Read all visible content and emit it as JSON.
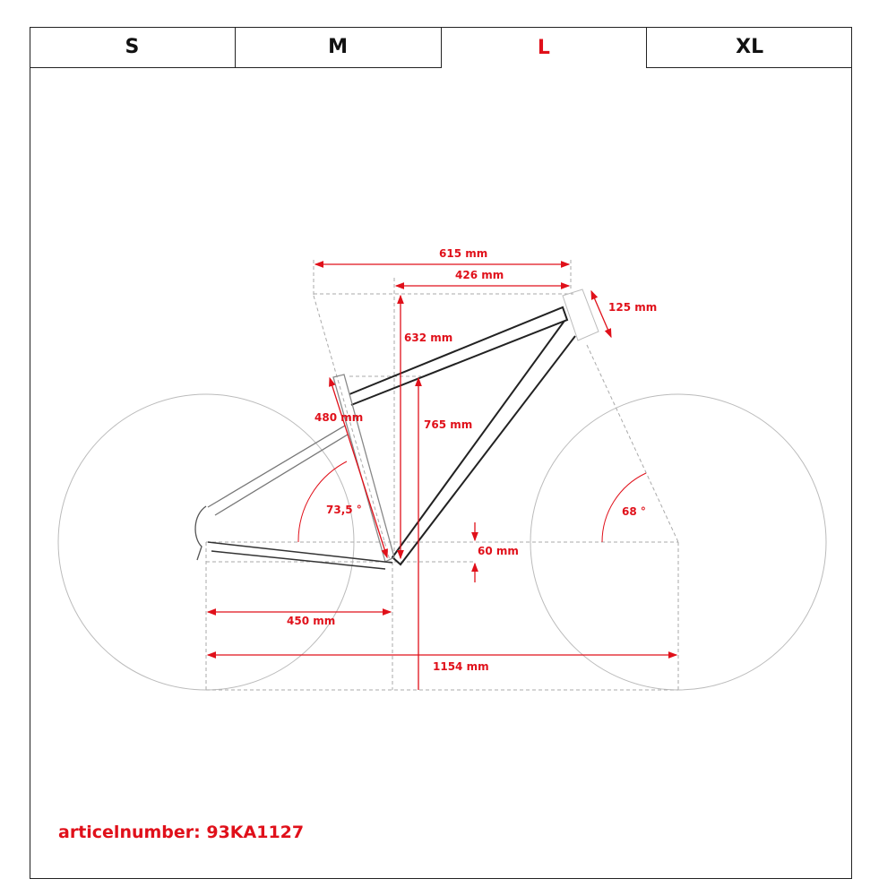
{
  "tabs": [
    {
      "label": "S",
      "active": false
    },
    {
      "label": "M",
      "active": false
    },
    {
      "label": "L",
      "active": true
    },
    {
      "label": "XL",
      "active": false
    }
  ],
  "dimensions": {
    "reach_stack_length": "615 mm",
    "top_tube_reach": "426 mm",
    "head_tube": "125 mm",
    "stack": "632 mm",
    "seat_tube": "480 mm",
    "standover": "765 mm",
    "seat_angle": "73,5 °",
    "head_angle": "68 °",
    "bb_drop": "60 mm",
    "chainstay": "450 mm",
    "wheelbase": "1154 mm"
  },
  "article": "articelnumber: 93KA1127",
  "colors": {
    "accent": "#e0101a",
    "frame": "#222222"
  }
}
